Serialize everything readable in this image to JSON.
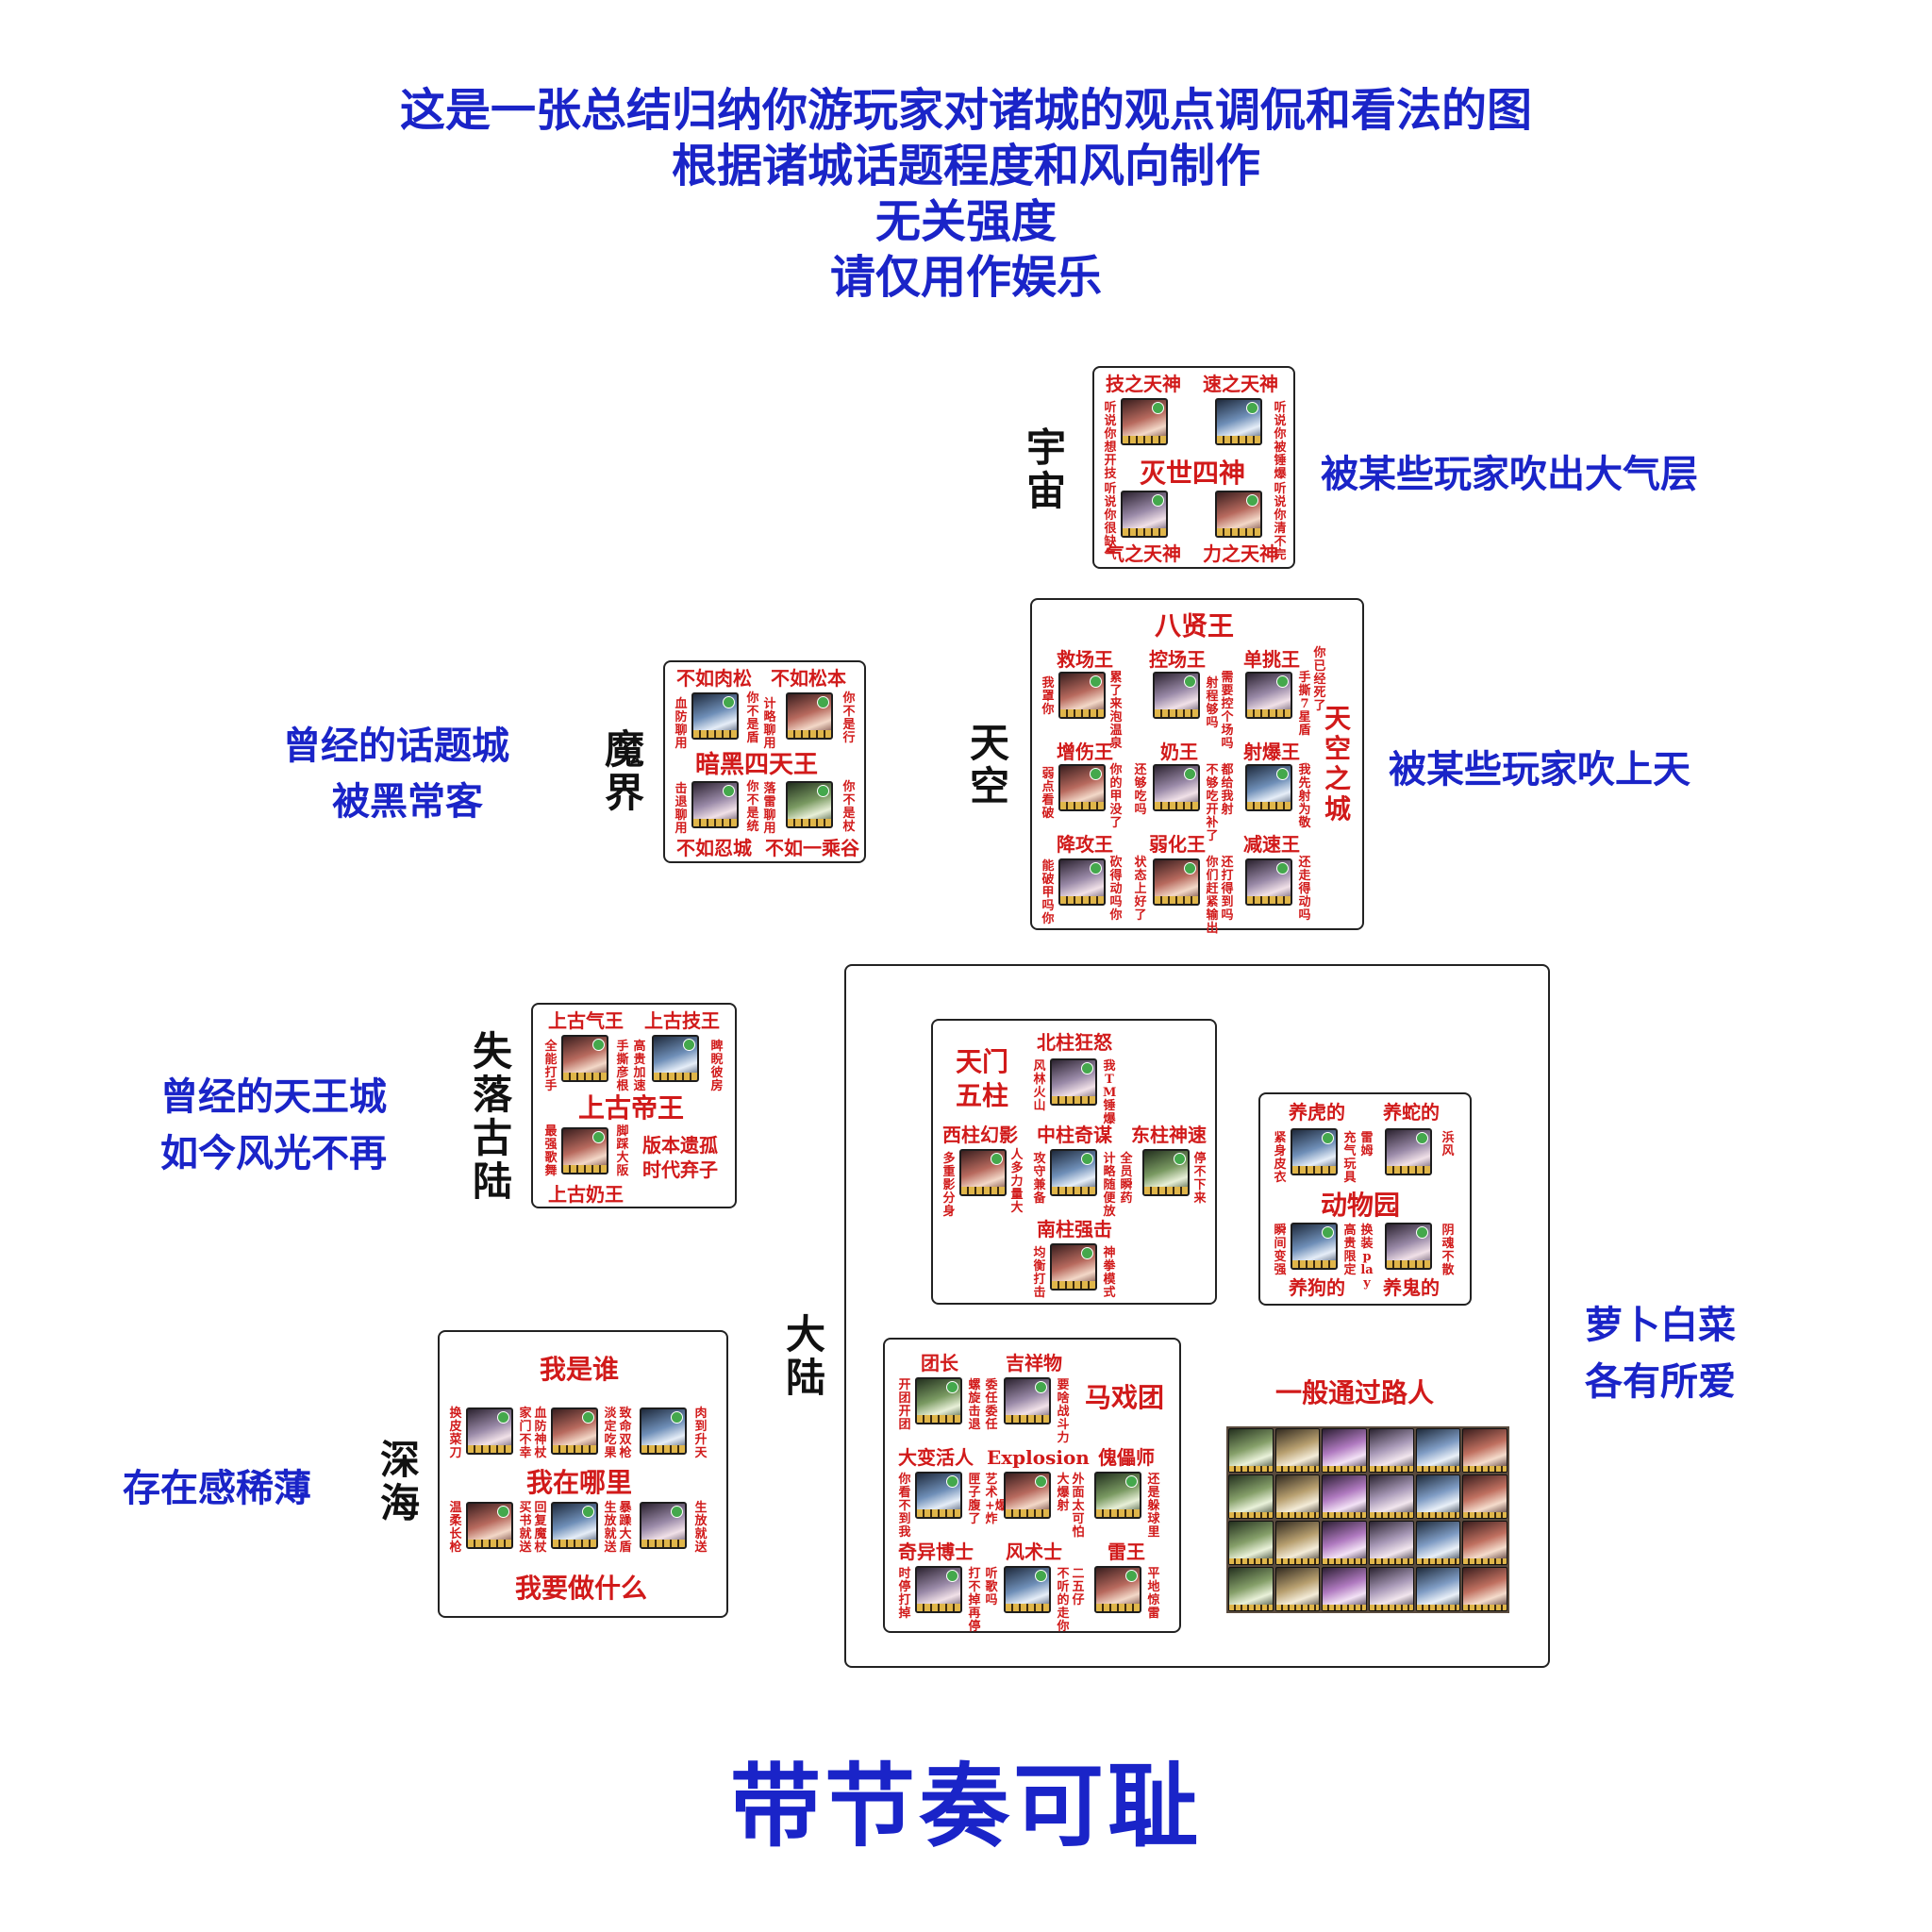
{
  "header": {
    "line1": "这是一张总结归纳你游玩家对诸城的观点调侃和看法的图",
    "line2": "根据诸城话题程度和风向制作",
    "line3": "无关强度",
    "line4": "请仅用作娱乐"
  },
  "footer": "带节奏可耻",
  "colors": {
    "blue": "#1a24c8",
    "red": "#d11a1a",
    "black": "#111111"
  },
  "universe": {
    "label": "宇宙",
    "caption": "被某些玩家吹出大气层",
    "title": "灭世四神",
    "gods": [
      {
        "name": "技之天神",
        "quote": "听说你想开技"
      },
      {
        "name": "速之天神",
        "quote": "听说你被锤爆"
      },
      {
        "name": "气之天神",
        "quote": "听说你很缺气"
      },
      {
        "name": "力之天神",
        "quote": "听说你清不完"
      }
    ]
  },
  "sky": {
    "label": "天空",
    "caption": "被某些玩家吹上天",
    "title": "八贤王",
    "side_title": "天空之城",
    "kings": [
      {
        "name": "救场王",
        "left": "我罩你",
        "right": "累了来泡温泉"
      },
      {
        "name": "控场王",
        "left": "",
        "right": "射程够吗"
      },
      {
        "name": "单挑王",
        "left": "需要控个场吗",
        "right": "手撕7星盾"
      },
      {
        "name": "",
        "left": "",
        "right": "你已经死了"
      },
      {
        "name": "增伤王",
        "left": "弱点看破",
        "right": "你的甲没了"
      },
      {
        "name": "奶王",
        "left": "",
        "right": "还够吃吗"
      },
      {
        "name": "射爆王",
        "left": "不够吃开补了",
        "right": "都给我射"
      },
      {
        "name": "",
        "left": "",
        "right": "我先射为敬"
      },
      {
        "name": "降攻王",
        "left": "能破甲吗你",
        "right": "砍得动吗你"
      },
      {
        "name": "弱化王",
        "left": "",
        "right": "状态上好了"
      },
      {
        "name": "减速王",
        "left": "你们赶紧输出",
        "right": "还打得到吗"
      },
      {
        "name": "",
        "left": "",
        "right": "还走得动吗"
      }
    ]
  },
  "demon": {
    "label": "魔界",
    "caption1": "曾经的话题城",
    "caption2": "被黑常客",
    "title": "暗黑四天王",
    "kings": [
      {
        "name": "不如肉松",
        "quote": "血防聊用"
      },
      {
        "name": "不如松本",
        "quote": "你不是盾"
      },
      {
        "name": "",
        "quote": "计略聊用"
      },
      {
        "name": "",
        "quote": "你不是行"
      },
      {
        "name": "不如忍城",
        "quote": "击退聊用"
      },
      {
        "name": "不如一乘谷",
        "quote": "你不是统"
      },
      {
        "name": "",
        "quote": "落雷聊用"
      },
      {
        "name": "",
        "quote": "你不是杖"
      }
    ]
  },
  "lost": {
    "label": "失落古陆",
    "caption1": "曾经的天王城",
    "caption2": "如今风光不再",
    "title": "上古帝王",
    "extra": "版本遗孤\n时代弃子",
    "kings": [
      {
        "name": "上古气王",
        "quote": "全能打手"
      },
      {
        "name": "",
        "quote": "手撕彦根"
      },
      {
        "name": "上古技王",
        "quote": "高贵加速"
      },
      {
        "name": "",
        "quote": "睥睨彼房"
      },
      {
        "name": "上古奶王",
        "quote": "最强歌舞"
      },
      {
        "name": "",
        "quote": "脚踩大阪"
      }
    ]
  },
  "deepsea": {
    "label": "深海",
    "caption": "存在感稀薄",
    "title1": "我是谁",
    "title2": "我在哪里",
    "title3": "我要做什么",
    "quotes": [
      "换皮菜刀",
      "家门不幸",
      "血防神杖",
      "淡定吃果",
      "致命双枪",
      "肉到升天",
      "温柔长枪",
      "买书就送",
      "回复魔杖",
      "生放就送",
      "暴躁大盾",
      "生放就送"
    ]
  },
  "continent": {
    "label": "大陆",
    "caption1": "萝卜白菜",
    "caption2": "各有所爱",
    "tenmon": {
      "title": "天门\n五柱",
      "pillars": [
        {
          "name": "北柱狂怒",
          "left": "风林火山",
          "right": "我TM锤爆"
        },
        {
          "name": "西柱幻影",
          "left": "多重影分身",
          "right": "人多力量大"
        },
        {
          "name": "中柱奇谋",
          "left": "攻守兼备",
          "right": "计略随便放"
        },
        {
          "name": "东柱神速",
          "left": "全员瞬药",
          "right": "停不下来"
        },
        {
          "name": "南柱强击",
          "left": "均衡打击",
          "right": "神拳模式"
        }
      ]
    },
    "zoo": {
      "title": "动物园",
      "keepers": [
        {
          "name": "养虎的",
          "left": "紧身皮衣",
          "right": "充气玩具"
        },
        {
          "name": "养蛇的",
          "left": "雷姆",
          "right": "浜风"
        },
        {
          "name": "养狗的",
          "left": "瞬间变强",
          "right": "高贵限定"
        },
        {
          "name": "养鬼的",
          "left": "换装play",
          "right": "阴魂不散"
        }
      ]
    },
    "circus": {
      "title": "马戏团",
      "members": [
        {
          "name": "团长",
          "left": "开团开团",
          "right": "螺旋击退"
        },
        {
          "name": "吉祥物",
          "left": "委任委任",
          "right": "要啥战斗力"
        },
        {
          "name": "大变活人",
          "left": "你看不到我",
          "right": "匣子腹了"
        },
        {
          "name": "Explosion",
          "left": "艺术+爆炸",
          "right": "大爆射"
        },
        {
          "name": "傀儡师",
          "left": "外面太可怕",
          "right": "还是躲球里"
        },
        {
          "name": "奇异博士",
          "left": "时停打掉",
          "right": "打不掉再停"
        },
        {
          "name": "风术士",
          "left": "听歌吗",
          "right": "不听的走你"
        },
        {
          "name": "雷王",
          "left": "二五仔",
          "right": "平地惊雷"
        }
      ]
    },
    "passersby": {
      "title": "一般通过路人",
      "count": 24
    }
  }
}
